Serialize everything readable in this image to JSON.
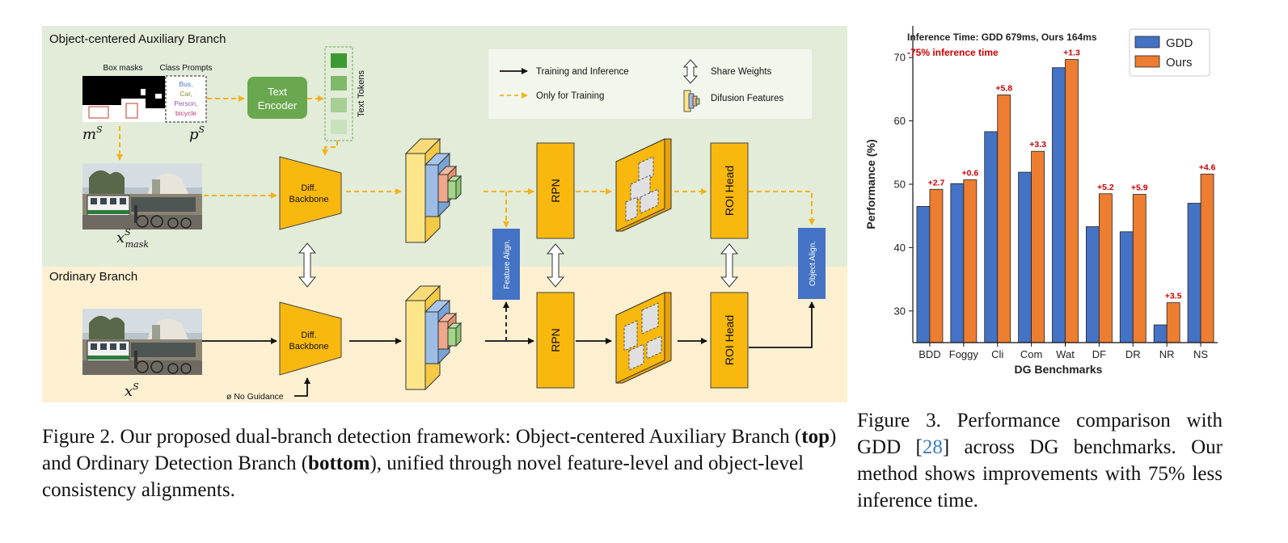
{
  "figure2": {
    "top_branch_title": "Object-centered Auxiliary Branch",
    "bottom_branch_title": "Ordinary Branch",
    "box_masks_label": "Box masks",
    "class_prompts_label": "Class Prompts",
    "class_prompts": [
      "Bus,",
      "Car,",
      "Person,",
      "bicycle"
    ],
    "mask_symbol": "m",
    "prompt_symbol": "p",
    "superscript_s": "S",
    "image_symbol": "x",
    "mask_subscript": "mask",
    "text_encoder_line1": "Text",
    "text_encoder_line2": "Encoder",
    "text_tokens_label": "Text Tokens",
    "backbone_line1": "Diff.",
    "backbone_line2": "Backbone",
    "rpn_label": "RPN",
    "roi_head_label": "ROI Head",
    "feature_align_label": "Feature Align.",
    "object_align_label": "Object Align.",
    "no_guidance_label": "ø No Guidance",
    "legend": {
      "training_inference": "Training and Inference",
      "only_training": "Only for Training",
      "share_weights": "Share Weights",
      "diffusion_features": "Difusion Features"
    },
    "colors": {
      "top_bg": "#e2ecd9",
      "bottom_bg": "#fcf0d1",
      "module": "#f8b80d",
      "encoder": "#6aa84f",
      "align": "#4472c4",
      "dashed_arrow": "#f5b21b"
    }
  },
  "caption2": {
    "prefix": "Figure 2. Our proposed dual-branch detection framework: Object-centered Auxiliary Branch (",
    "top": "top",
    "middle": ") and Ordinary Detection Branch (",
    "bottom": "bottom",
    "suffix": "), unified through novel feature-level and object-level consistency alignments."
  },
  "caption3": {
    "prefix": "Figure 3.  Performance comparison with GDD [",
    "ref": "28",
    "suffix": "] across DG benchmarks.  Our method shows improvements with 75% less inference time."
  },
  "chart_data": {
    "type": "bar",
    "categories": [
      "BDD",
      "Foggy",
      "Cli",
      "Com",
      "Wat",
      "DF",
      "DR",
      "NR",
      "NS"
    ],
    "series": [
      {
        "name": "GDD",
        "color": "#4472c4",
        "values": [
          46.5,
          50.1,
          58.3,
          51.9,
          68.4,
          43.3,
          42.5,
          27.8,
          47.0
        ]
      },
      {
        "name": "Ours",
        "color": "#ed7d31",
        "values": [
          49.2,
          50.7,
          64.1,
          55.2,
          69.7,
          48.5,
          48.4,
          31.3,
          51.6
        ]
      }
    ],
    "delta_labels": [
      "+2.7",
      "+0.6",
      "+5.8",
      "+3.3",
      "+1.3",
      "+5.2",
      "+5.9",
      "+3.5",
      "+4.6"
    ],
    "annotation_line1": "Inference Time: GDD 679ms, Ours 164ms",
    "annotation_line2": "-75% inference time",
    "xlabel": "DG Benchmarks",
    "ylabel": "Performance (%)",
    "ylim": [
      25,
      75
    ],
    "yticks": [
      30,
      40,
      50,
      60,
      70
    ],
    "legend_position": "top-right",
    "grid": false,
    "label_color": "#cc0000"
  }
}
